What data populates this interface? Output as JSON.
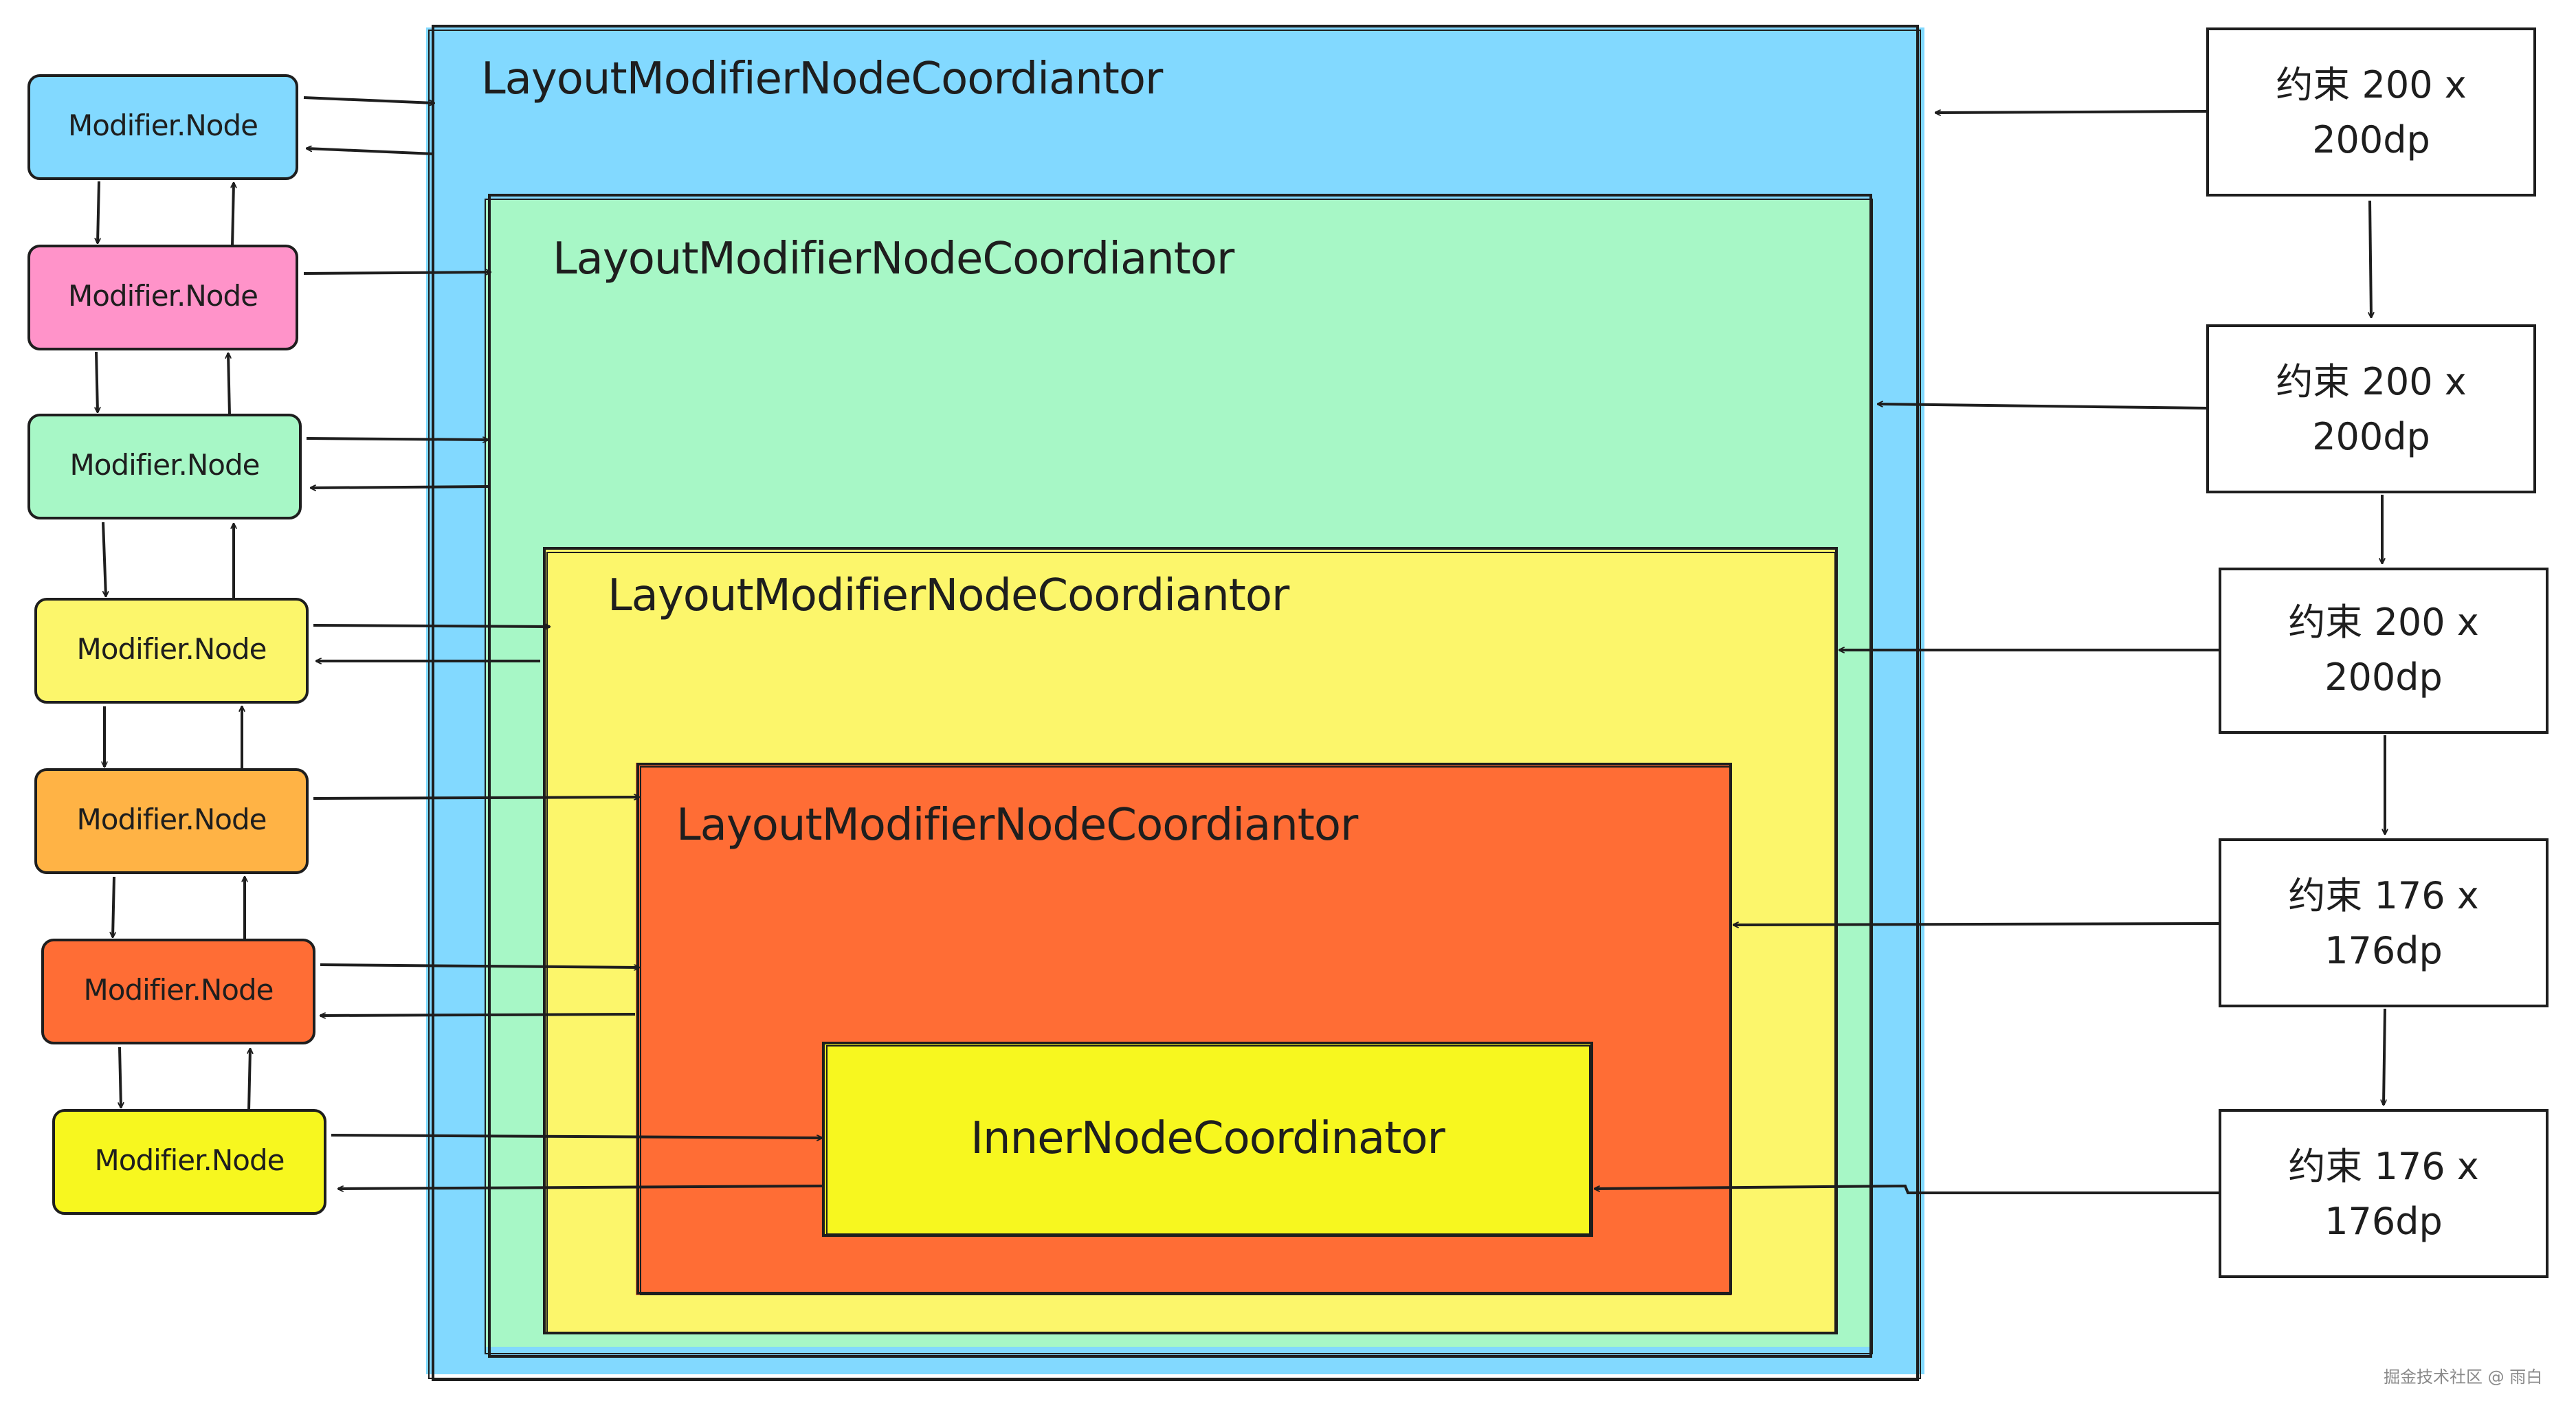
{
  "colors": {
    "blue": "#82d9ff",
    "green": "#a7f7c6",
    "yellow": "#fcf66b",
    "orange_red": "#ff6d35",
    "inner_yellow": "#f7f71f",
    "pink": "#ff93c9",
    "orange": "#ffb345",
    "stroke": "#1e1e1e"
  },
  "coordinators": {
    "level1": "LayoutModifierNodeCoordiantor",
    "level2": "LayoutModifierNodeCoordiantor",
    "level3": "LayoutModifierNodeCoordiantor",
    "level4": "LayoutModifierNodeCoordiantor",
    "inner": "InnerNodeCoordinator"
  },
  "modifier_nodes": [
    {
      "label": "Modifier.Node",
      "color": "blue"
    },
    {
      "label": "Modifier.Node",
      "color": "pink"
    },
    {
      "label": "Modifier.Node",
      "color": "green"
    },
    {
      "label": "Modifier.Node",
      "color": "yellow"
    },
    {
      "label": "Modifier.Node",
      "color": "orange"
    },
    {
      "label": "Modifier.Node",
      "color": "orange_red"
    },
    {
      "label": "Modifier.Node",
      "color": "inner_yellow"
    }
  ],
  "constraints": [
    {
      "label": "约束 200 x 200dp"
    },
    {
      "label": "约束 200 x 200dp"
    },
    {
      "label": "约束 200 x 200dp"
    },
    {
      "label": "约束 176 x 176dp"
    },
    {
      "label": "约束 176 x 176dp"
    }
  ],
  "watermark": "掘金技术社区 @ 雨白"
}
